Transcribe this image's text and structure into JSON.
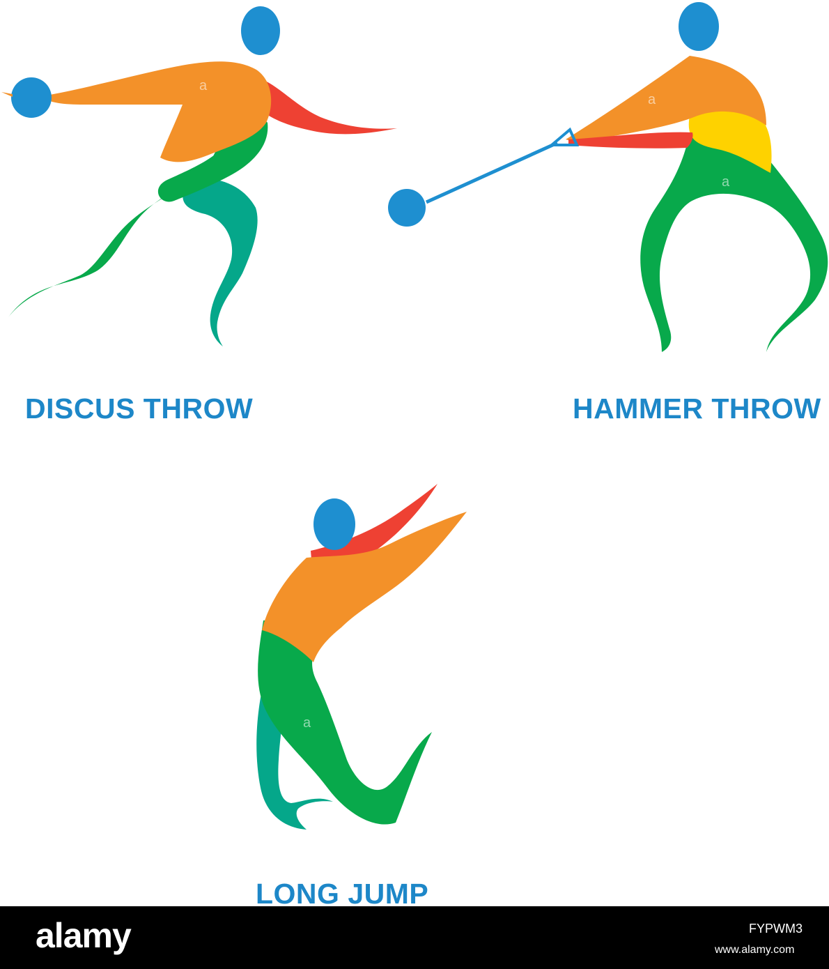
{
  "labels": {
    "discus": "DISCUS THROW",
    "hammer": "HAMMER THROW",
    "long_jump": "LONG JUMP"
  },
  "watermark": {
    "glyph": "a"
  },
  "footer": {
    "logo": "alamy",
    "image_id": "FYPWM3",
    "url": "www.alamy.com"
  },
  "colors": {
    "label": "#1d87c8",
    "head": "#1e8fd0",
    "orange": "#f39129",
    "red": "#ee4133",
    "green": "#08a94b",
    "teal": "#05a78a",
    "yellow": "#fed200",
    "background": "#ffffff",
    "footer": "#000000"
  },
  "icons": [
    "discus-thrower-icon",
    "hammer-thrower-icon",
    "long-jumper-icon"
  ]
}
